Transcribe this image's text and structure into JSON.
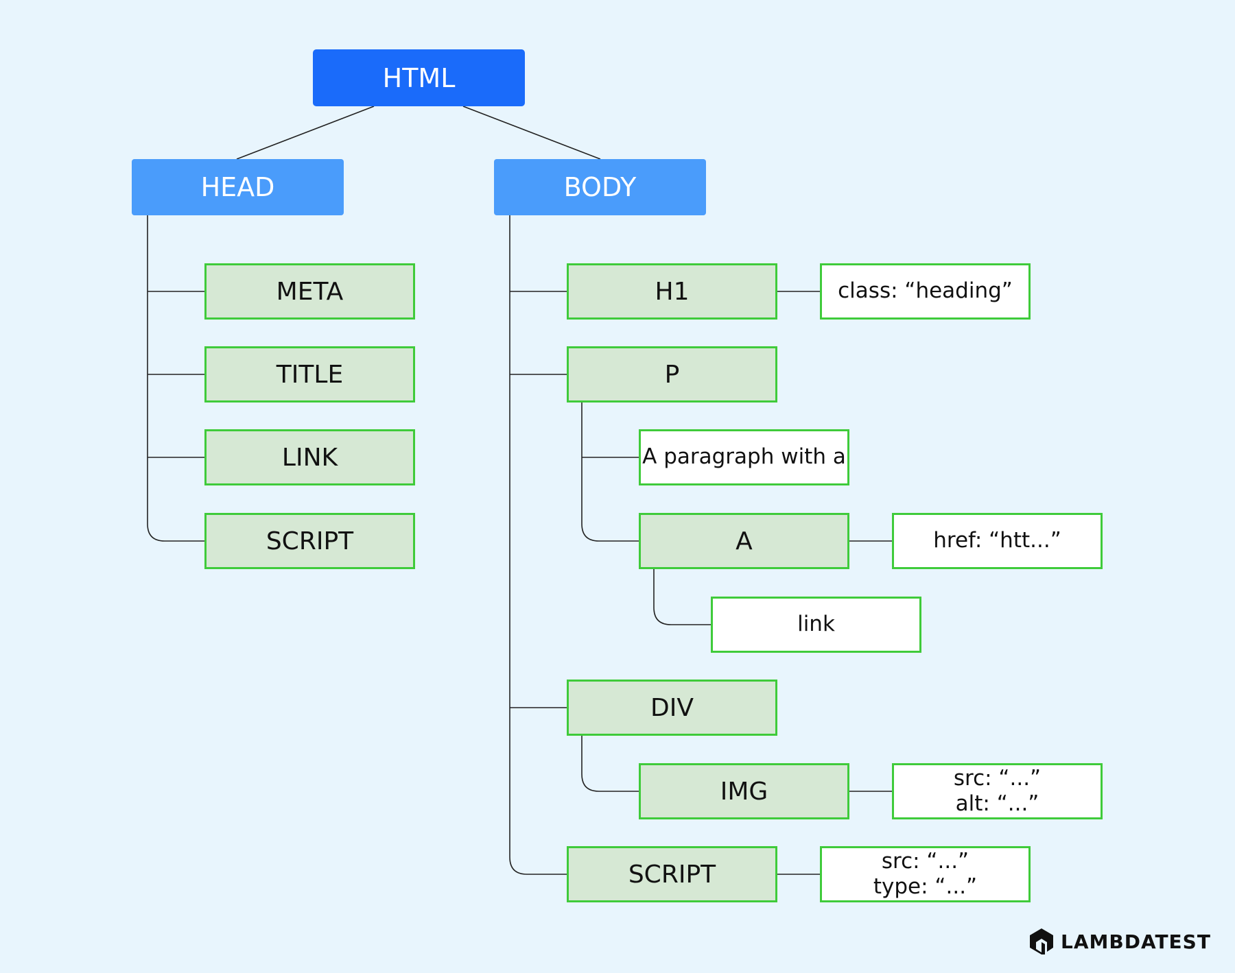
{
  "tree": {
    "root": "HTML",
    "head": {
      "label": "HEAD",
      "children": [
        "META",
        "TITLE",
        "LINK",
        "SCRIPT"
      ]
    },
    "body": {
      "label": "BODY",
      "h1": {
        "label": "H1",
        "attr": "class: “heading”"
      },
      "p": {
        "label": "P",
        "text": "A paragraph with a",
        "a": {
          "label": "A",
          "attr": "href: “htt...”",
          "text": "link"
        }
      },
      "div": {
        "label": "DIV",
        "img": {
          "label": "IMG",
          "attr_lines": [
            "src: “...”",
            "alt: “...”"
          ]
        }
      },
      "script": {
        "label": "SCRIPT",
        "attr_lines": [
          "src: “...”",
          "type: “...”"
        ]
      }
    }
  },
  "brand": {
    "name": "LAMBDATEST",
    "logo_icon": "lambdatest-logo-icon"
  },
  "colors": {
    "background": "#E8F5FD",
    "root": "#1A6BFA",
    "section": "#4A9CFB",
    "element_fill": "#D6E8D4",
    "element_border": "#3FCB3A",
    "line": "#222222"
  }
}
